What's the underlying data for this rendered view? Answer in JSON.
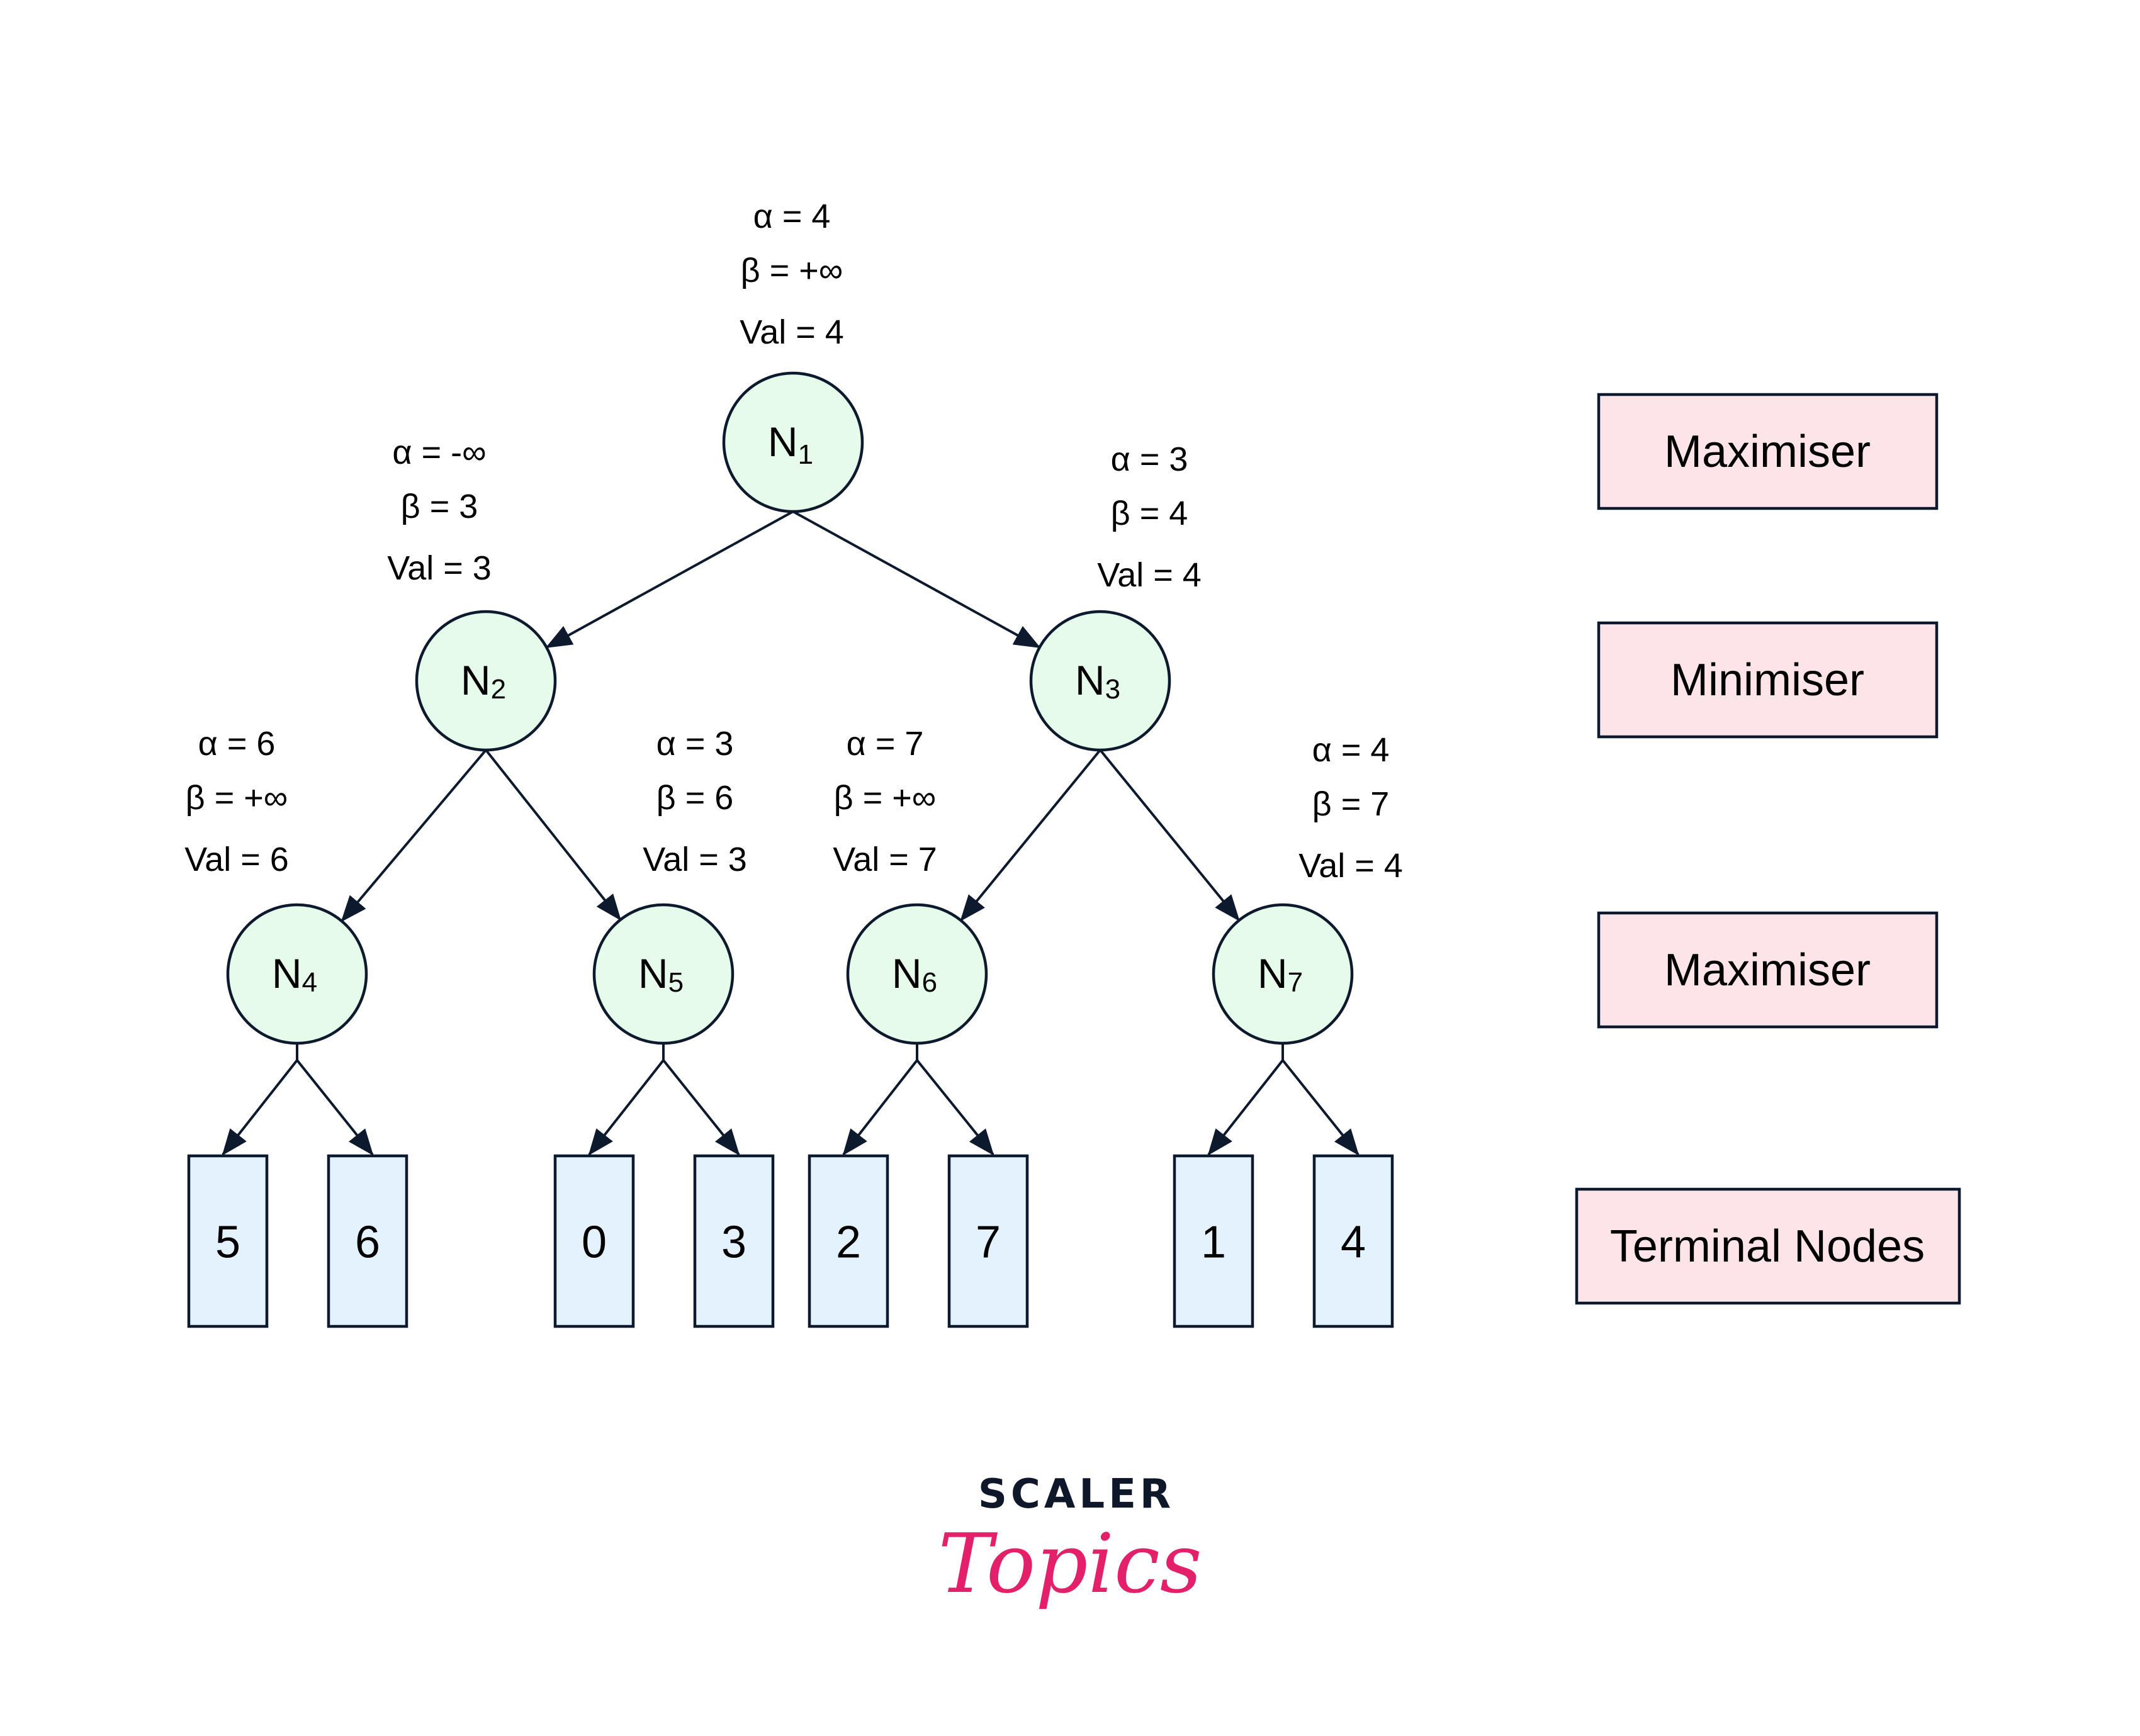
{
  "diagram": {
    "title": "Alpha-Beta Pruning Game Tree",
    "colors": {
      "node_fill": "#e6fbea",
      "leaf_fill": "#e3f2fd",
      "legend_fill": "#fde4e8",
      "stroke": "#0d1a2e",
      "logo_dark": "#0f172a",
      "logo_pink": "#e5206b"
    },
    "nodes": [
      {
        "id": "N1",
        "base": "N",
        "sub": "1",
        "alpha": "α = 4",
        "beta": "β = +∞",
        "val": "Val = 4"
      },
      {
        "id": "N2",
        "base": "N",
        "sub": "2",
        "alpha": "α = -∞",
        "beta": "β = 3",
        "val": "Val = 3"
      },
      {
        "id": "N3",
        "base": "N",
        "sub": "3",
        "alpha": "α = 3",
        "beta": "β = 4",
        "val": "Val = 4"
      },
      {
        "id": "N4",
        "base": "N",
        "sub": "4",
        "alpha": "α = 6",
        "beta": "β = +∞",
        "val": "Val = 6"
      },
      {
        "id": "N5",
        "base": "N",
        "sub": "5",
        "alpha": "α = 3",
        "beta": "β = 6",
        "val": "Val = 3"
      },
      {
        "id": "N6",
        "base": "N",
        "sub": "6",
        "alpha": "α = 7",
        "beta": "β = +∞",
        "val": "Val = 7"
      },
      {
        "id": "N7",
        "base": "N",
        "sub": "7",
        "alpha": "α = 4",
        "beta": "β = 7",
        "val": "Val = 4"
      }
    ],
    "edges": [
      {
        "from": "N1",
        "to": "N2"
      },
      {
        "from": "N1",
        "to": "N3"
      },
      {
        "from": "N2",
        "to": "N4"
      },
      {
        "from": "N2",
        "to": "N5"
      },
      {
        "from": "N3",
        "to": "N6"
      },
      {
        "from": "N3",
        "to": "N7"
      }
    ],
    "terminal_nodes": [
      {
        "parent": "N4",
        "value": "5"
      },
      {
        "parent": "N4",
        "value": "6"
      },
      {
        "parent": "N5",
        "value": "0"
      },
      {
        "parent": "N5",
        "value": "3"
      },
      {
        "parent": "N6",
        "value": "2"
      },
      {
        "parent": "N6",
        "value": "7"
      },
      {
        "parent": "N7",
        "value": "1"
      },
      {
        "parent": "N7",
        "value": "4"
      }
    ],
    "legend": [
      {
        "label": "Maximiser"
      },
      {
        "label": "Minimiser"
      },
      {
        "label": "Maximiser"
      },
      {
        "label": "Terminal Nodes"
      }
    ]
  },
  "logo": {
    "top": "SCALER",
    "bottom": "Topics"
  }
}
